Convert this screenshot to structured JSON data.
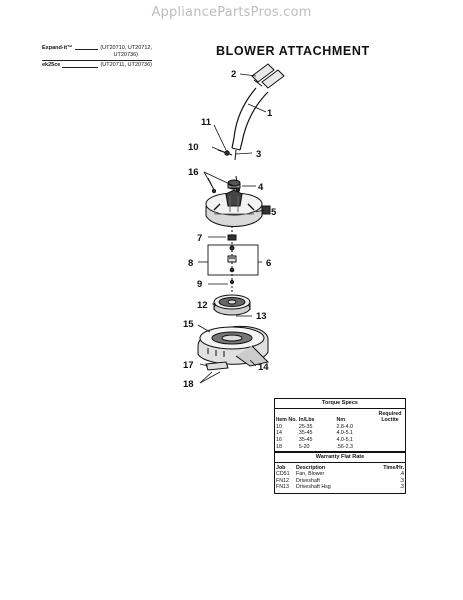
{
  "watermark": "AppliancePartsPros.com",
  "title": "BLOWER ATTACHMENT",
  "models": [
    {
      "label": "Expand-it™",
      "value": "(UT20710, UT20712,"
    },
    {
      "label": "",
      "value": "UT20736)"
    },
    {
      "label": "ek25ce",
      "value": "(UT20711, UT20736)"
    }
  ],
  "callouts": [
    "2",
    "1",
    "11",
    "10",
    "3",
    "16",
    "4",
    "5",
    "7",
    "8",
    "6",
    "9",
    "12",
    "13",
    "15",
    "17",
    "14",
    "18"
  ],
  "torque_specs": {
    "title": "Torque Specs",
    "headers": [
      "Item No.",
      "In/Lbs",
      "Nm",
      "Required Loctite"
    ],
    "rows": [
      [
        "10",
        "25-35",
        "2.8-4.0",
        ""
      ],
      [
        "14",
        "35-45",
        "4.0-5.1",
        ""
      ],
      [
        "16",
        "35-45",
        "4.0-5.1",
        ""
      ],
      [
        "18",
        "5-20",
        ".56-2.3",
        ""
      ]
    ]
  },
  "warranty": {
    "title": "Warranty Flat Rate",
    "headers": [
      "Job",
      "Description",
      "Time/Hr."
    ],
    "rows": [
      [
        "CD51",
        "Fan, Blower",
        ".4"
      ],
      [
        "FN12",
        "Driveshaft",
        ".3"
      ],
      [
        "FN13",
        "Driveshaft Hsg",
        ".3"
      ]
    ]
  }
}
